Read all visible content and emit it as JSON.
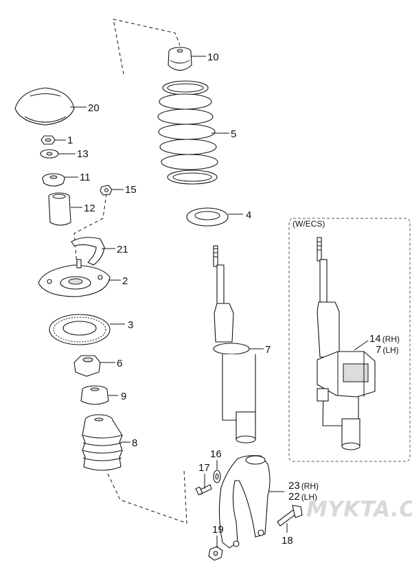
{
  "ecs_box_label": "(W/ECS)",
  "watermark": "MYKTA.CLUB",
  "callouts": {
    "p1": "1",
    "p2": "2",
    "p3": "3",
    "p4": "4",
    "p5": "5",
    "p6": "6",
    "p7": "7",
    "p8": "8",
    "p9": "9",
    "p10": "10",
    "p11": "11",
    "p12": "12",
    "p13": "13",
    "p15": "15",
    "p16": "16",
    "p17": "17",
    "p18": "18",
    "p19": "19",
    "p20": "20",
    "p21": "21",
    "p14": "14",
    "p14_side": "(RH)",
    "p7b": "7",
    "p7b_side": "(LH)",
    "p23": "23",
    "p23_side": "(RH)",
    "p22": "22",
    "p22_side": "(LH)"
  }
}
